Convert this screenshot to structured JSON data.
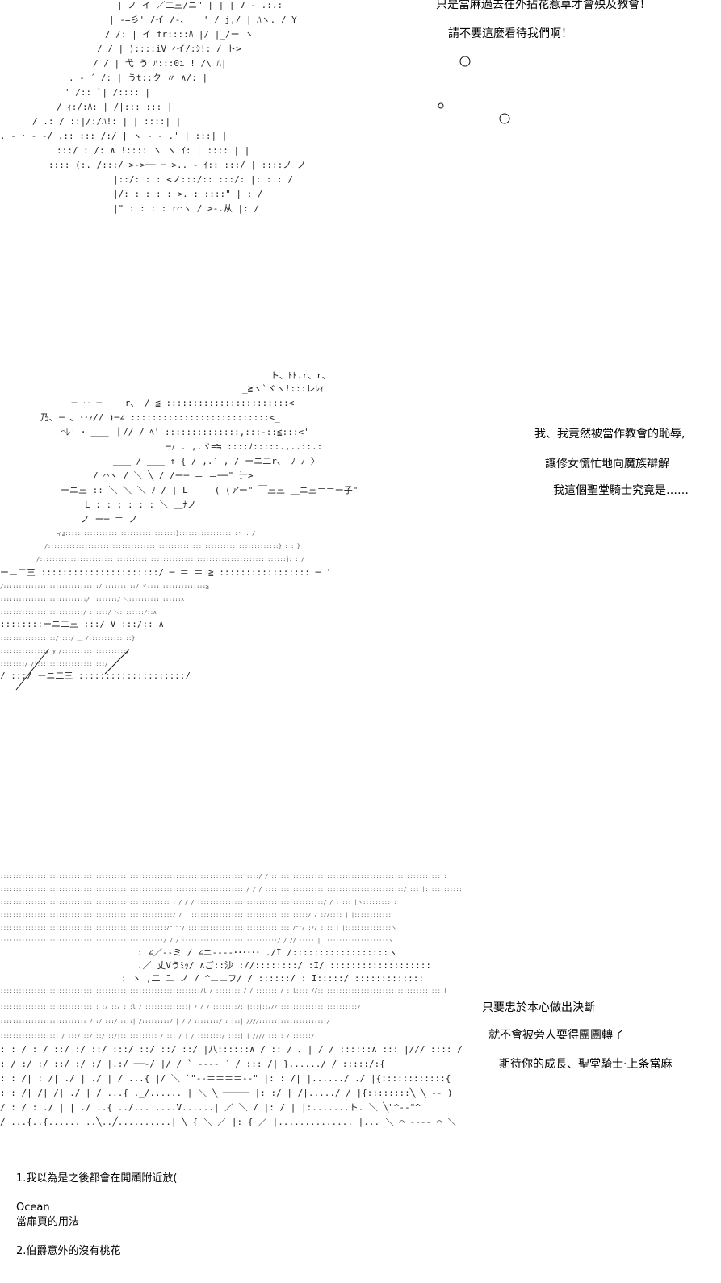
{
  "panel1": {
    "caption_lines": [
      "只是當麻過去在外拈花惹草才會殃及教會！",
      "請不要這麼看待我們啊！"
    ]
  },
  "panel2": {
    "caption_lines": [
      "我、我竟然被當作教會的恥辱,",
      "讓修女慌忙地向魔族辯解",
      "我這個聖堂騎士究竟是……"
    ]
  },
  "panel3": {
    "caption_lines": [
      "只要忠於本心做出決斷",
      "就不會被旁人耍得團團轉了",
      "期待你的成長、聖堂騎士·上条當麻"
    ]
  },
  "footnotes": {
    "note1": "1.我以為是之後都會在開頭附近放(",
    "author": "Ocean",
    "note1_cont": "當扉頁的用法",
    "note2": "2.伯爵意外的沒有桃花"
  }
}
